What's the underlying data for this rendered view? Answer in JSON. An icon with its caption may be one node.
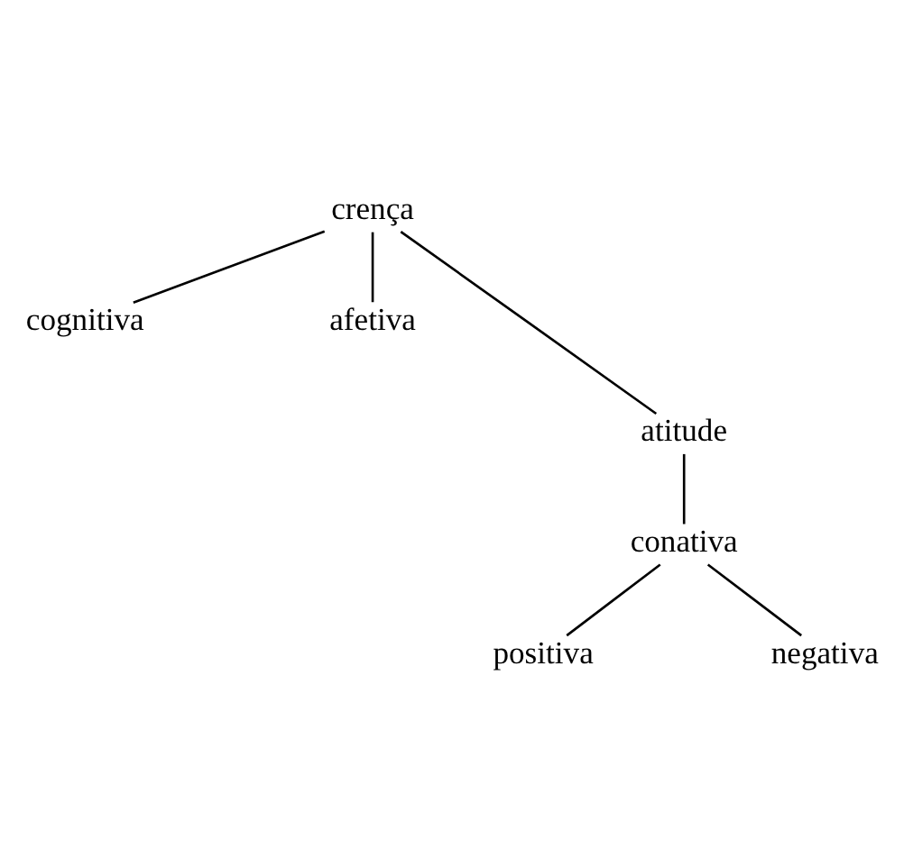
{
  "diagram": {
    "nodes": [
      {
        "text": [
          "crença"
        ]
      },
      {
        "text": [
          "cognitiva"
        ]
      },
      {
        "text": [
          "afetiva"
        ]
      },
      {
        "text": [
          "atitude"
        ]
      },
      {
        "text": [
          "conativa"
        ]
      },
      {
        "text": [
          "positiva"
        ]
      },
      {
        "text": [
          "negativa"
        ]
      }
    ],
    "edges": [
      {
        "from": 0,
        "to": 1,
        "arrow": "none"
      },
      {
        "from": 0,
        "to": 3,
        "arrow": "none"
      },
      {
        "from": 0,
        "to": 2,
        "arrow": "none"
      },
      {
        "from": 3,
        "to": 4,
        "arrow": "none"
      },
      {
        "from": 4,
        "to": 5,
        "arrow": "none"
      },
      {
        "from": 4,
        "to": 6,
        "arrow": "none"
      }
    ]
  }
}
